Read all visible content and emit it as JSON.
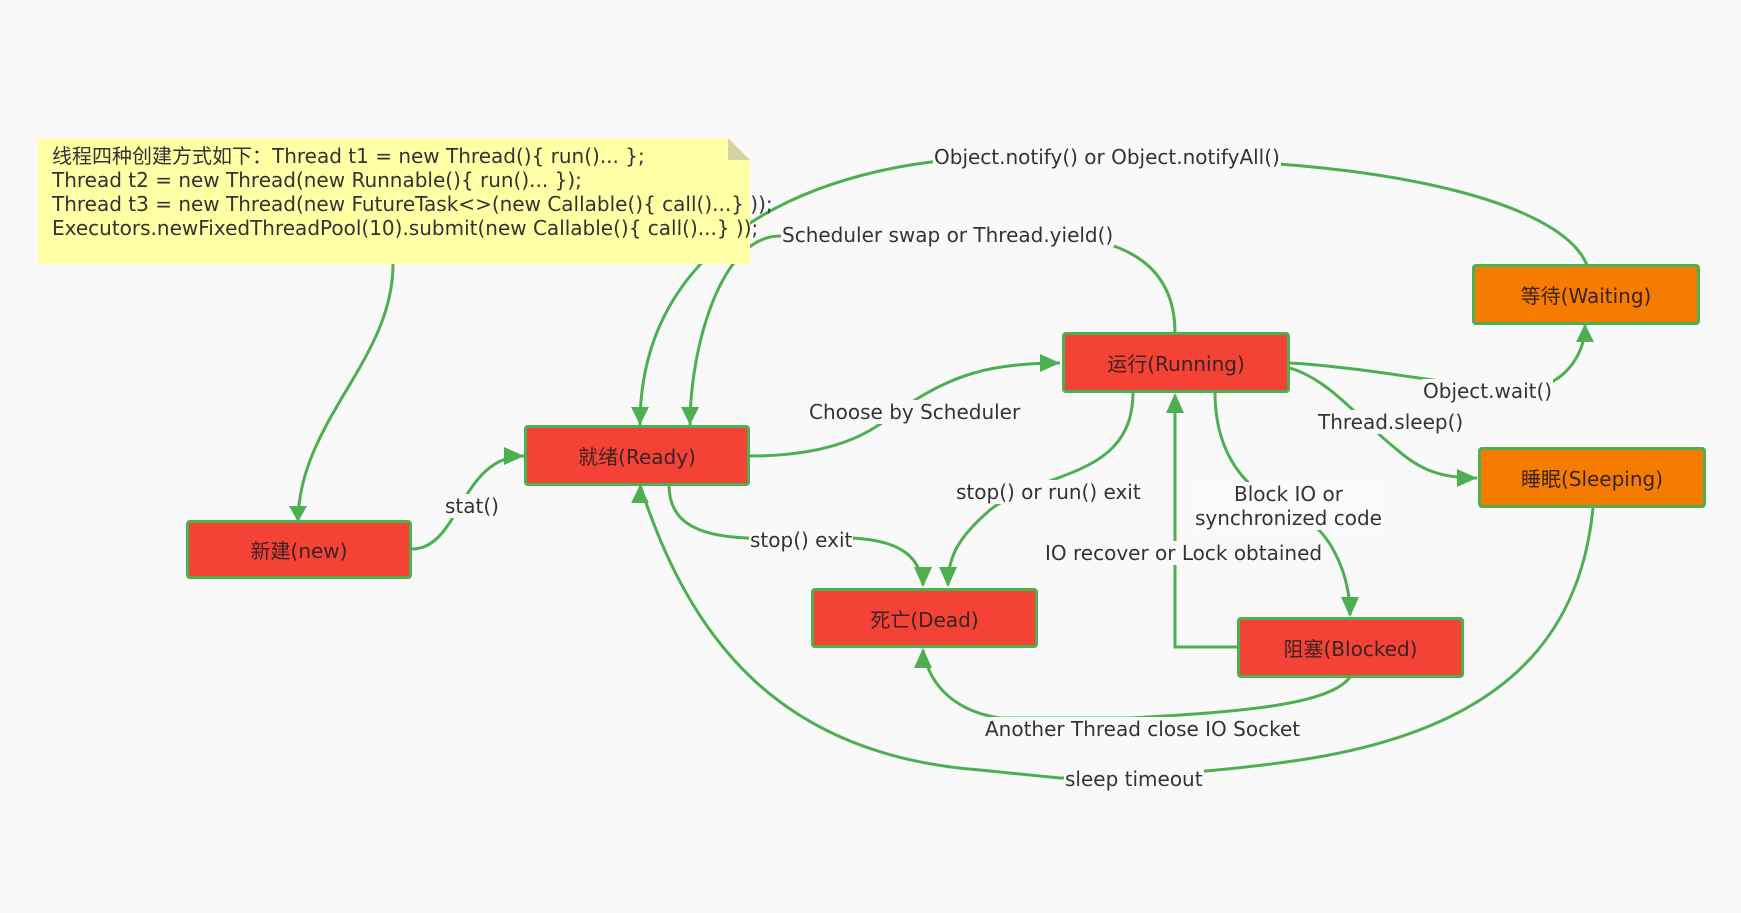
{
  "note": {
    "lines": [
      "线程四种创建方式如下：Thread t1 = new Thread(){ run()...  };",
      "Thread t2 = new Thread(new Runnable(){ run()...  });",
      "Thread t3 = new Thread(new FutureTask<>(new Callable(){ call()...} ));",
      "Executors.newFixedThreadPool(10).submit(new Callable(){ call()...} ));"
    ]
  },
  "nodes": {
    "new": "新建(new)",
    "ready": "就绪(Ready)",
    "running": "运行(Running)",
    "dead": "死亡(Dead)",
    "blocked": "阻塞(Blocked)",
    "waiting": "等待(Waiting)",
    "sleeping": "睡眠(Sleeping)"
  },
  "labels": {
    "notify": "Object.notify() or Object.notifyAll()",
    "yield": "Scheduler swap or Thread.yield()",
    "choose": "Choose by Scheduler",
    "stat": "stat()",
    "stop_exit": "stop() exit",
    "stop_run_exit": "stop() or run() exit",
    "block_io": "Block IO or\nsynchronized code",
    "io_recover": "IO recover or Lock obtained",
    "wait": "Object.wait()",
    "sleep": "Thread.sleep()",
    "close_io": "Another Thread close IO Socket",
    "sleep_timeout": "sleep timeout"
  },
  "colors": {
    "edge": "#4caf50",
    "node_red": "#f44336",
    "node_orange": "#f57c00",
    "note_bg": "#ffffa6",
    "background": "#f9f9f9"
  }
}
